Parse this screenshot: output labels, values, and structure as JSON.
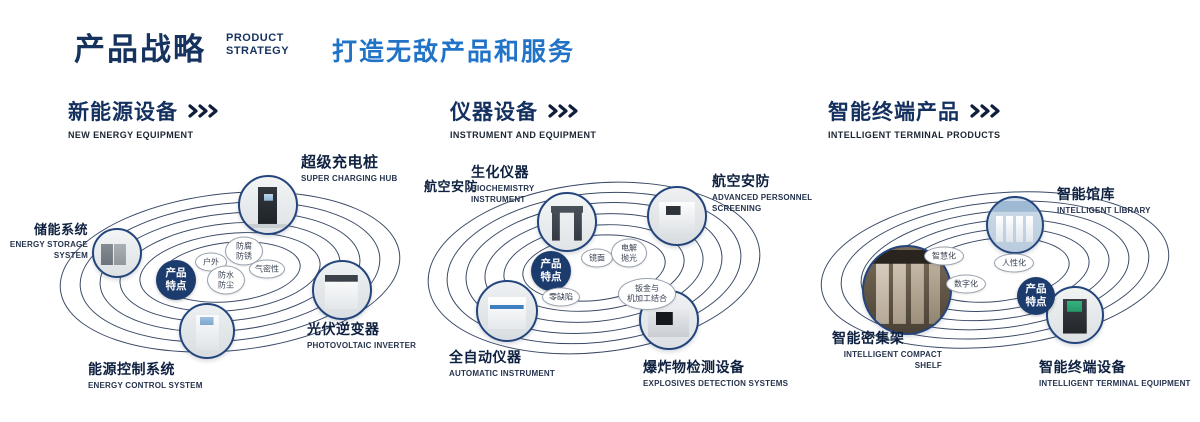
{
  "header": {
    "title": "产品战略",
    "title_en_line1": "PRODUCT",
    "title_en_line2": "STRATEGY",
    "tagline": "打造无敌产品和服务"
  },
  "sections": [
    {
      "title": "新能源设备",
      "subtitle": "NEW ENERGY EQUIPMENT",
      "center_label": "产品\n特点",
      "features": [
        "户外",
        "防腐\n防锈",
        "气密性",
        "防水\n防尘"
      ],
      "nodes": [
        {
          "cn": "储能系统",
          "en": "ENERGY STORAGE\nSYSTEM"
        },
        {
          "cn": "超级充电桩",
          "en": "SUPER CHARGING HUB"
        },
        {
          "cn": "光伏逆变器",
          "en": "PHOTOVOLTAIC INVERTER"
        },
        {
          "cn": "能源控制系统",
          "en": "ENERGY CONTROL SYSTEM"
        }
      ]
    },
    {
      "title": "仪器设备",
      "subtitle": "INSTRUMENT AND EQUIPMENT",
      "center_label": "产品\n特点",
      "side_label": "航空安防",
      "features": [
        "镜面",
        "电解\n抛光",
        "零缺陷",
        "钣金与\n机加工结合"
      ],
      "nodes": [
        {
          "cn": "生化仪器",
          "en": "BIOCHEMISTRY\nINSTRUMENT"
        },
        {
          "cn": "航空安防",
          "en": "ADVANCED PERSONNEL\nSCREENING"
        },
        {
          "cn": "全自动仪器",
          "en": "AUTOMATIC INSTRUMENT"
        },
        {
          "cn": "爆炸物检测设备",
          "en": "EXPLOSIVES DETECTION SYSTEMS"
        }
      ]
    },
    {
      "title": "智能终端产品",
      "subtitle": "INTELLIGENT TERMINAL PRODUCTS",
      "center_label": "产品\n特点",
      "features": [
        "智慧化",
        "人性化",
        "数字化"
      ],
      "nodes": [
        {
          "cn": "智能馆库",
          "en": "INTELLIGENT LIBRARY"
        },
        {
          "cn": "智能密集架",
          "en": "INTELLIGENT COMPACT\nSHELF"
        },
        {
          "cn": "智能终端设备",
          "en": "INTELLIGENT TERMINAL EQUIPMENT"
        }
      ]
    }
  ]
}
